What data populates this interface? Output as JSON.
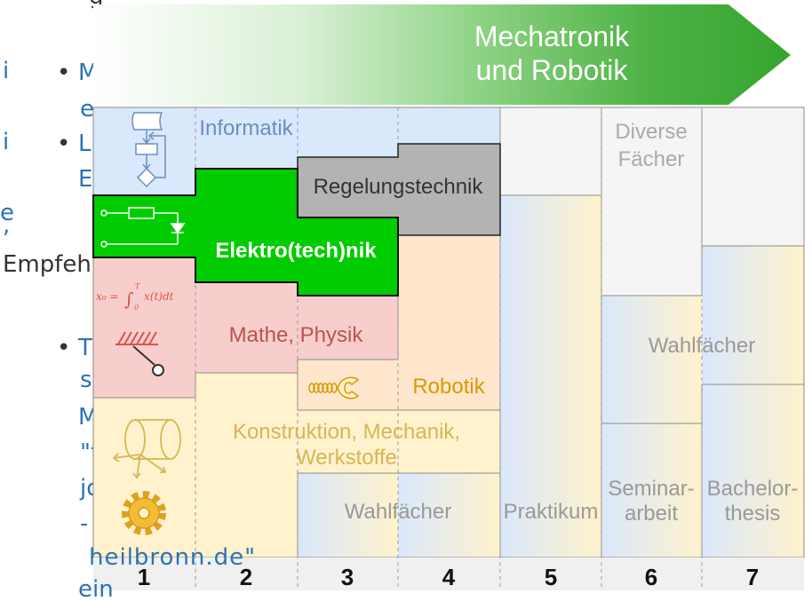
{
  "page_text": {
    "top_fragment": "g",
    "fragment_i_1": "i",
    "fragment_i_2": "i",
    "fragment_e": "e",
    "fragment_comma": ",",
    "recommendation": "Empfeh",
    "bullet": "•",
    "list_a": {
      "line1": "M",
      "line2": "e"
    },
    "list_b": {
      "line1": "L",
      "line2": "E"
    },
    "list_c": {
      "lines": [
        "T",
        "si",
        "M",
        "\"t",
        "jo",
        "-",
        "heilbronn.de\"",
        "ein"
      ]
    }
  },
  "diagram": {
    "header": {
      "line1": "Mechatronik",
      "line2": "und Robotik"
    },
    "blocks": {
      "informatik": "Informatik",
      "regelungstechnik": "Regelungstechnik",
      "elektrotechnik": "Elektro(tech)nik",
      "mathe_physik": "Mathe, Physik",
      "robotik": "Robotik",
      "konstruktion": [
        "Konstruktion, Mechanik,",
        "Werkstoffe"
      ],
      "wahlfaecher_mid": "Wahlfächer",
      "praktikum": "Praktikum",
      "diverse": [
        "Diverse",
        "Fächer"
      ],
      "wahlfaecher_late": "Wahlfächer",
      "seminararbeit": [
        "Seminar-",
        "arbeit"
      ],
      "bachelorthesis": [
        "Bachelor-",
        "thesis"
      ]
    },
    "formula": {
      "lhs": "x₀ =",
      "integral": "∫",
      "lower": "0",
      "upper": "T",
      "integrand": "x(t)dt"
    },
    "semesters": [
      "1",
      "2",
      "3",
      "4",
      "5",
      "6",
      "7"
    ],
    "icons": [
      "flowchart-icon",
      "circuit-icon",
      "pendulum-icon",
      "gyroscope-icon",
      "gear-icon",
      "spring-gripper-icon"
    ],
    "colors": {
      "header_green": "#35a52f",
      "header_text": "#ffffff",
      "informatik_fill": "#dae8fc",
      "informatik_text": "#6c8ebf",
      "regelung_fill": "#b3b3b3",
      "regelung_text": "#333333",
      "elektro_fill": "#00cc00",
      "elektro_text": "#ffffff",
      "mathe_fill": "#f8cecc",
      "mathe_text": "#b85450",
      "robotik_fill": "#ffe6cc",
      "robotik_text": "#d79b00",
      "konstruktion_fill": "#fff2cc",
      "konstruktion_text": "#d6b656",
      "other_fill": "#f5f5f5",
      "other_text": "#aaaaaa",
      "elective_from": "#dae8fc",
      "elective_to": "#fff2cc",
      "elective_text": "#999999",
      "semester_row": "#f0f0f0",
      "link": "#2b73b7"
    }
  }
}
